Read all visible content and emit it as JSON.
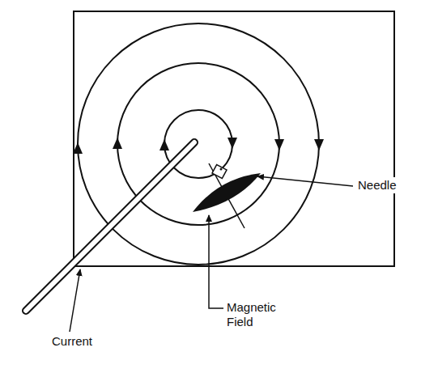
{
  "diagram": {
    "labels": [
      "Needle",
      "Magnetic Field",
      "Current"
    ]
  }
}
